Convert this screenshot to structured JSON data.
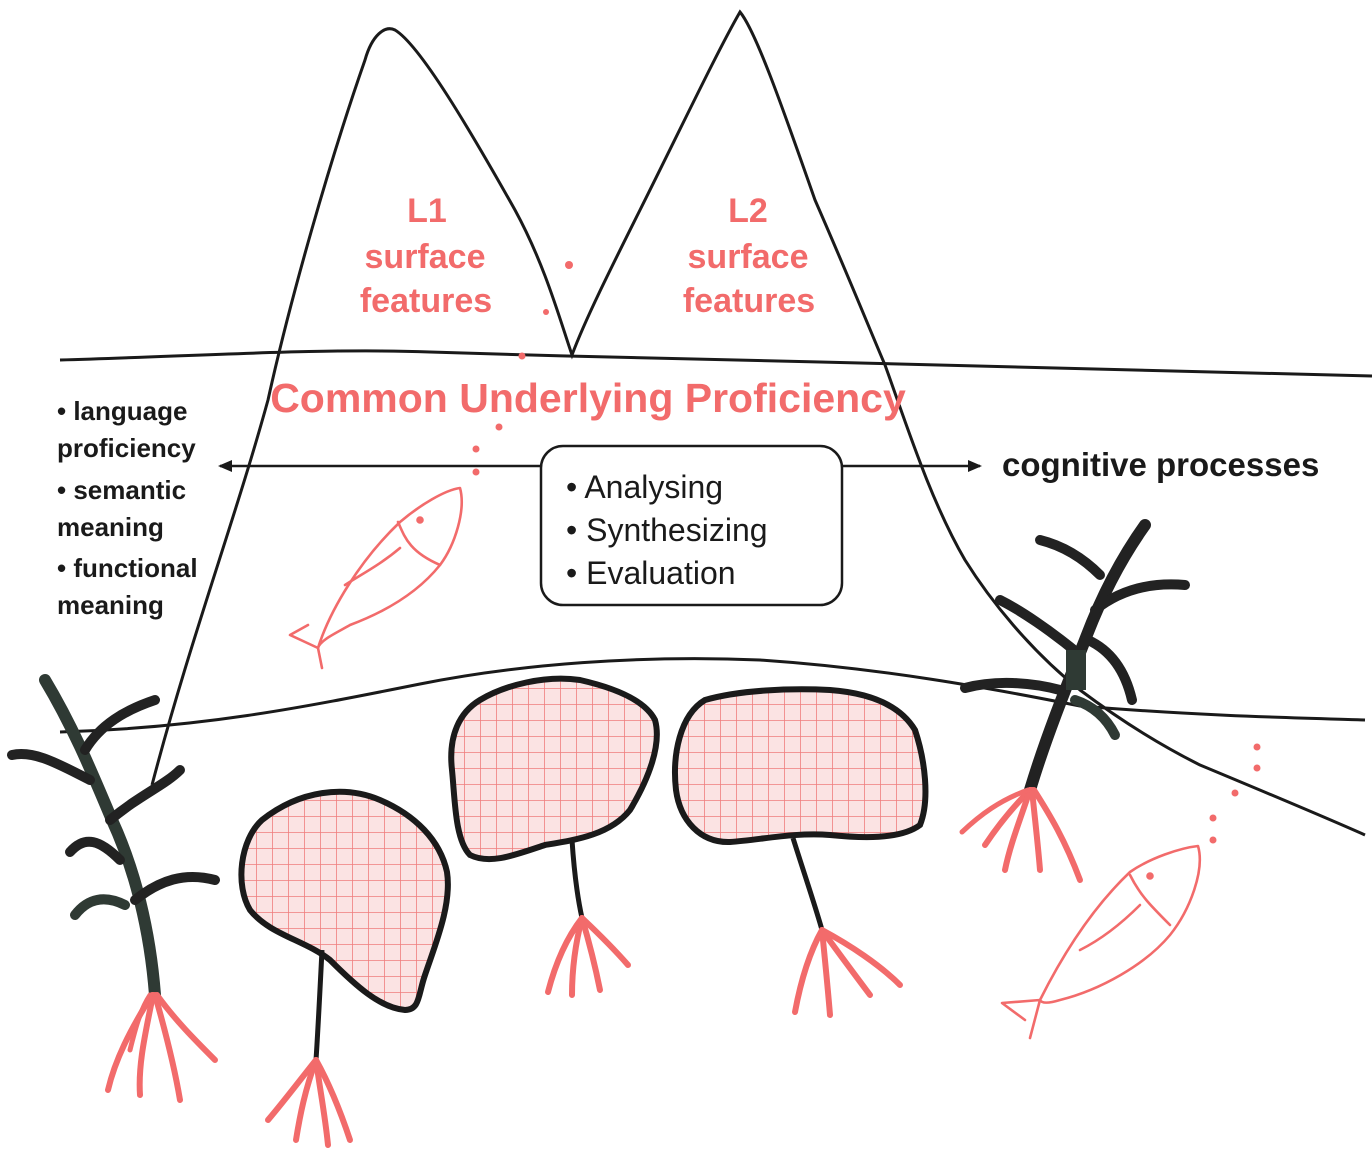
{
  "peaks": {
    "l1": {
      "line1": "L1",
      "line2": "surface",
      "line3": "features"
    },
    "l2": {
      "line1": "L2",
      "line2": "surface",
      "line3": "features"
    }
  },
  "cup": {
    "label": "Common Underlying Proficiency"
  },
  "left_list": {
    "item1_line1": "• language",
    "item1_line2": "proficiency",
    "item2_line1": "• semantic",
    "item2_line2": "meaning",
    "item3_line1": "• functional",
    "item3_line2": "meaning"
  },
  "right_label": "cognitive processes",
  "center_box": {
    "item1": "• Analysing",
    "item2": "• Synthesizing",
    "item3": "• Evaluation"
  },
  "colors": {
    "accent": "#f26b6b",
    "ink": "#1a1a1a",
    "stem_dark": "#2f3a34",
    "grid": "#f07d7d",
    "fill": "#fbe3e3"
  }
}
